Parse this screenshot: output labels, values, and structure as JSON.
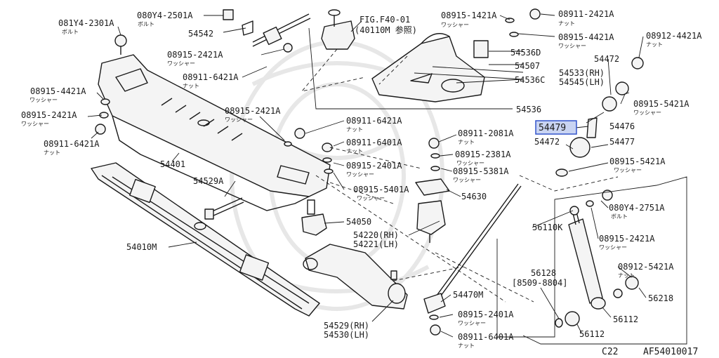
{
  "labels": {
    "l081Y4_2301A": {
      "num": "081Y4-2301A",
      "sub": "ボルト"
    },
    "l080Y4_2501A": {
      "num": "080Y4-2501A",
      "sub": "ボルト"
    },
    "l54542": {
      "num": "54542"
    },
    "lFIG": {
      "num": "FIG.F40-01",
      "sub": "(40110M 参照)"
    },
    "l08915_1421A": {
      "num": "08915-1421A",
      "sub": "ワッシャー"
    },
    "l08911_2421A": {
      "num": "08911-2421A",
      "sub": "ナット"
    },
    "l08915_4421A_top": {
      "num": "08915-4421A",
      "sub": "ワッシャー"
    },
    "l08912_4421A": {
      "num": "08912-4421A",
      "sub": "ナット"
    },
    "l08915_2421A_top": {
      "num": "08915-2421A",
      "sub": "ワッシャー"
    },
    "l54536D": {
      "num": "54536D"
    },
    "l54472_top": {
      "num": "54472"
    },
    "l54507": {
      "num": "54507"
    },
    "l08911_6421A_mid": {
      "num": "08911-6421A",
      "sub": "ナット"
    },
    "l54533": {
      "num": "54533(RH)"
    },
    "l54545": {
      "num": "54545(LH)"
    },
    "l54536C": {
      "num": "54536C"
    },
    "l08915_4421A_left": {
      "num": "08915-4421A",
      "sub": "ワッシャー"
    },
    "l08915_5421A_right": {
      "num": "08915-5421A",
      "sub": "ワッシャー"
    },
    "l08915_2421A_left": {
      "num": "08915-2421A",
      "sub": "ワッシャー"
    },
    "l54536": {
      "num": "54536"
    },
    "l08915_2421A_center": {
      "num": "08915-2421A",
      "sub": "ワッシャー"
    },
    "l54476": {
      "num": "54476"
    },
    "l08911_6421A_left": {
      "num": "08911-6421A",
      "sub": "ナット"
    },
    "l08911_6421A_center": {
      "num": "08911-6421A",
      "sub": "ナット"
    },
    "l54479": {
      "num": "54479"
    },
    "l08911_2081A": {
      "num": "08911-2081A",
      "sub": "ナット"
    },
    "l08911_6401A_center": {
      "num": "08911-6401A",
      "sub": "ナット"
    },
    "l54472_mid": {
      "num": "54472"
    },
    "l54477": {
      "num": "54477"
    },
    "l54401": {
      "num": "54401"
    },
    "l08915_2381A": {
      "num": "08915-2381A",
      "sub": "ワッシャー"
    },
    "l08915_2401A_center": {
      "num": "08915-2401A",
      "sub": "ワッシャー"
    },
    "l08915_5421A_mid": {
      "num": "08915-5421A",
      "sub": "ワッシャー"
    },
    "l08915_5381A": {
      "num": "08915-5381A",
      "sub": "ワッシャー"
    },
    "l54529A": {
      "num": "54529A"
    },
    "l08915_5401A": {
      "num": "08915-5401A",
      "sub": "ワッシャー"
    },
    "l54630": {
      "num": "54630"
    },
    "l080Y4_2751A": {
      "num": "080Y4-2751A",
      "sub": "ボルト"
    },
    "l54050": {
      "num": "54050"
    },
    "l56110K": {
      "num": "56110K"
    },
    "l54220": {
      "num": "54220(RH)"
    },
    "l54221": {
      "num": "54221(LH)"
    },
    "l08915_2421A_right": {
      "num": "08915-2421A",
      "sub": "ワッシャー"
    },
    "l54010M": {
      "num": "54010M"
    },
    "l08912_5421A": {
      "num": "08912-5421A",
      "sub": "ナット"
    },
    "l56128": {
      "num": "56128"
    },
    "l8509": {
      "num": "[8509-8804]"
    },
    "l54470M": {
      "num": "54470M"
    },
    "l56218": {
      "num": "56218"
    },
    "l08915_2401A_bottom": {
      "num": "08915-2401A",
      "sub": "ワッシャー"
    },
    "l56112_a": {
      "num": "56112"
    },
    "l54529": {
      "num": "54529(RH)"
    },
    "l54530": {
      "num": "54530(LH)"
    },
    "l08911_6401A_bottom": {
      "num": "08911-6401A",
      "sub": "ナット"
    },
    "l56112_b": {
      "num": "56112"
    }
  },
  "footer": {
    "left": "C22",
    "right": "AF54010017"
  },
  "highlight": {
    "color": "#3355cc",
    "fill": "#c9d4f2"
  }
}
